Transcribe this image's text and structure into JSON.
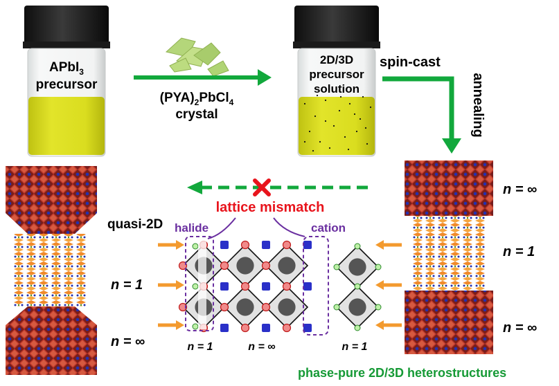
{
  "vial_left": {
    "line1": "APbI",
    "sub": "3",
    "line2": "precursor"
  },
  "reagent": {
    "line1": "(PYA)",
    "sub1": "2",
    "mid": "PbCl",
    "sub2": "4",
    "line2": "crystal"
  },
  "vial_right": {
    "line1": "2D/3D",
    "line2": "precursor",
    "line3": "solution"
  },
  "process": {
    "spin": "spin-cast",
    "anneal": "annealing"
  },
  "left_stack": {
    "title": "quasi-2D",
    "n1": "n = 1",
    "ninf": "n = ∞"
  },
  "right_stack": {
    "ninf_top": "n = ∞",
    "n1": "n = 1",
    "ninf_bottom": "n = ∞"
  },
  "center": {
    "mismatch": "lattice mismatch",
    "halide": "halide",
    "cation": "cation",
    "n1_left": "n = 1",
    "ninf": "n = ∞",
    "n1_right": "n = 1"
  },
  "caption": "phase-pure 2D/3D heterostructures",
  "colors": {
    "green_arrow": "#12a83c",
    "mismatch_red": "#e8141c",
    "purple": "#6a2fa0",
    "caption_green": "#169a36",
    "solution_yellow": "#d8dc1a",
    "octahedron_red": "#b8322a",
    "cation_blue": "#2a30b8",
    "spacer_orange": "#f39a2e"
  }
}
